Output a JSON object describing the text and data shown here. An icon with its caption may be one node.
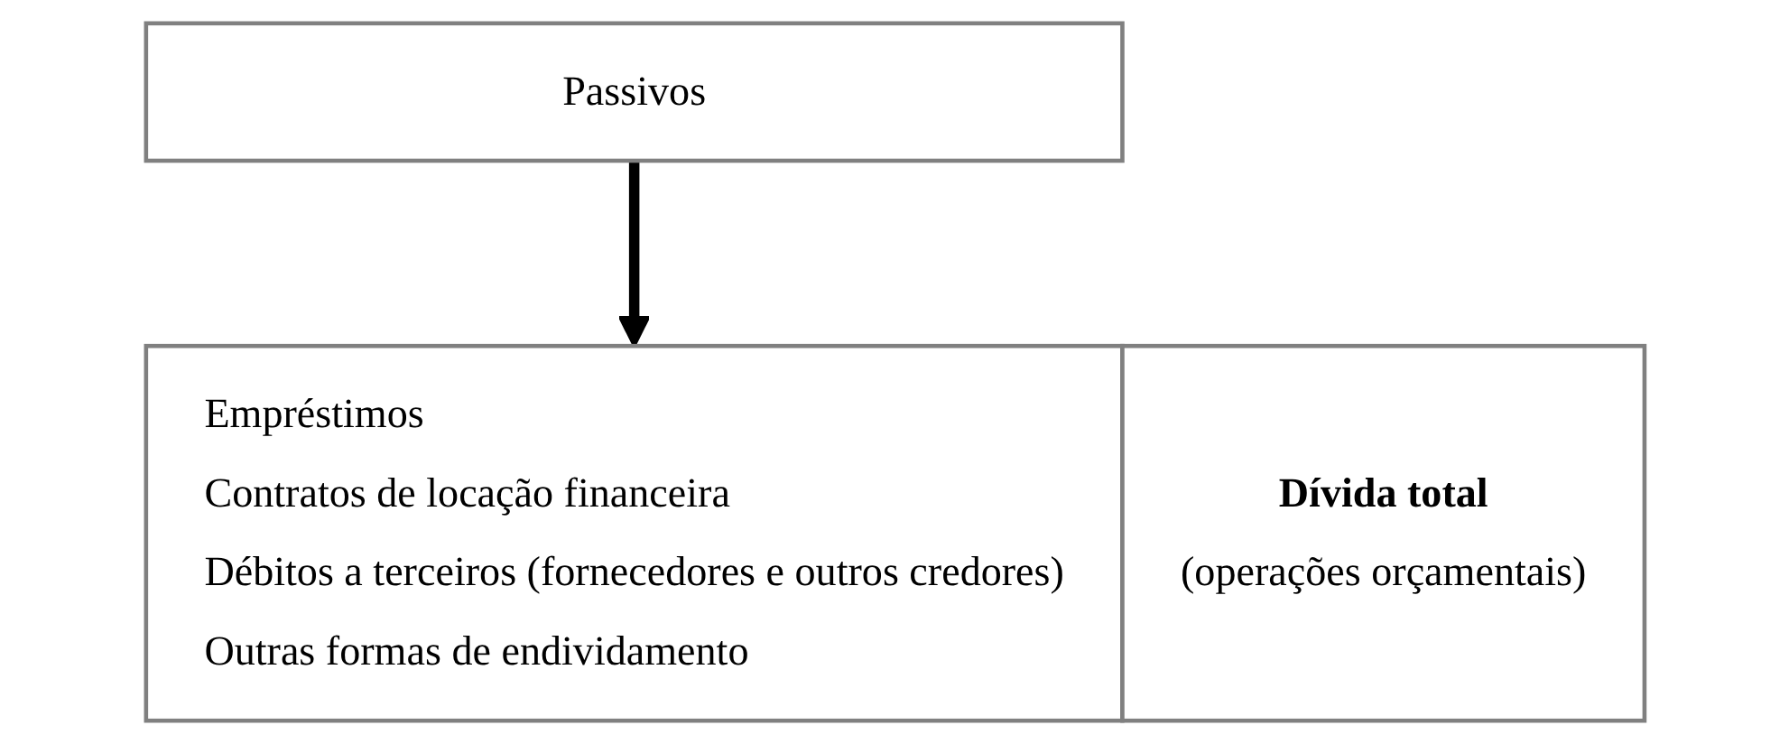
{
  "diagram": {
    "nodes": [
      {
        "text": [
          "Passivos"
        ]
      },
      {
        "text": [
          "Empréstimos",
          "Contratos de locação financeira",
          "Débitos a terceiros (fornecedores e outros credores)",
          "Outras formas de endividamento"
        ]
      },
      {
        "text": [
          "Dívida total",
          "(operações orçamentais)"
        ]
      }
    ],
    "edges": [
      {
        "from": 0,
        "to": 1,
        "arrow": "to"
      }
    ]
  }
}
